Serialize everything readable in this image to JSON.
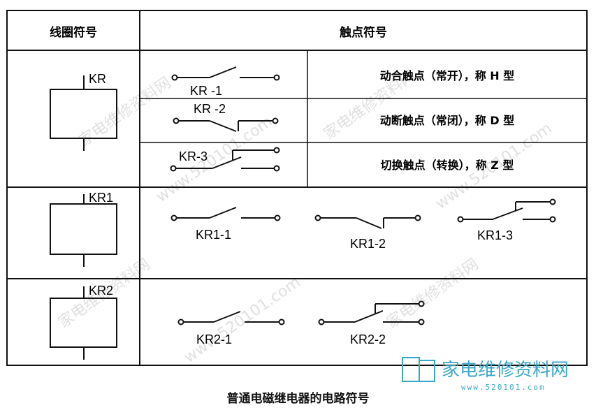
{
  "header": {
    "coil_col": "线圈符号",
    "contact_col": "触点符号"
  },
  "rows": [
    {
      "coil_label": "KR",
      "contacts": [
        {
          "label": "KR -1",
          "desc": "动合触点（常开），称 H 型"
        },
        {
          "label": "KR -2",
          "desc": "动断触点（常闭），称 D 型"
        },
        {
          "label": "KR-3",
          "desc": "切换触点（转换），称 Z 型"
        }
      ]
    },
    {
      "coil_label": "KR1",
      "contacts": [
        {
          "label": "KR1-1"
        },
        {
          "label": "KR1-2"
        },
        {
          "label": "KR1-3"
        }
      ]
    },
    {
      "coil_label": "KR2",
      "contacts": [
        {
          "label": "KR2-1"
        },
        {
          "label": "KR2-2"
        }
      ]
    }
  ],
  "caption": "普通电磁继电器的电路符号",
  "watermark": {
    "text_a": "家电维修资料网",
    "text_b": "www.520101.com",
    "logo_text": "家电维修资料网",
    "logo_url": "www.520101.com",
    "color": "#3aa7c9"
  }
}
